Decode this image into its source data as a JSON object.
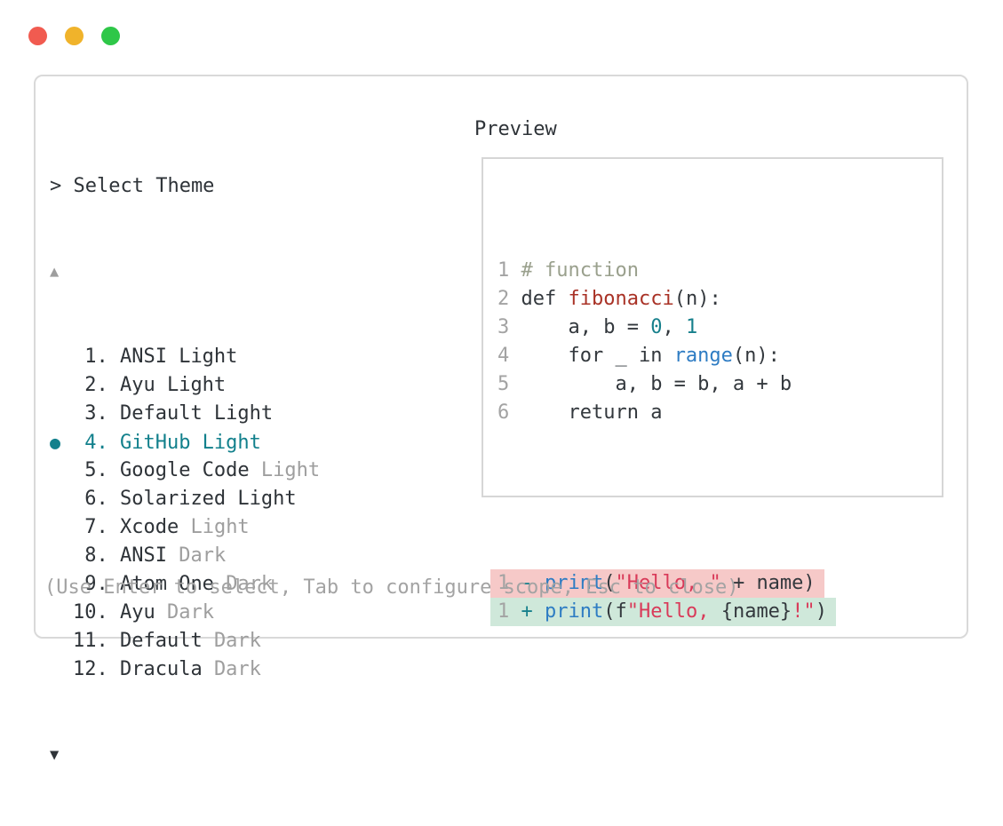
{
  "window_controls": {
    "close_icon": "red-circle",
    "minimize_icon": "yellow-circle",
    "maximize_icon": "green-circle"
  },
  "prompt": "> Select Theme",
  "theme_list": {
    "scroll_up_icon": "▲",
    "scroll_down_icon": "▼",
    "selected_bullet": "●",
    "items": [
      {
        "number": "1",
        "name": "ANSI Light",
        "dim": "",
        "selected": false
      },
      {
        "number": "2",
        "name": "Ayu Light",
        "dim": "",
        "selected": false
      },
      {
        "number": "3",
        "name": "Default Light",
        "dim": "",
        "selected": false
      },
      {
        "number": "4",
        "name": "GitHub Light",
        "dim": "",
        "selected": true
      },
      {
        "number": "5",
        "name": "Google Code ",
        "dim": "Light",
        "selected": false
      },
      {
        "number": "6",
        "name": "Solarized Light",
        "dim": "",
        "selected": false
      },
      {
        "number": "7",
        "name": "Xcode ",
        "dim": "Light",
        "selected": false
      },
      {
        "number": "8",
        "name": "ANSI ",
        "dim": "Dark",
        "selected": false
      },
      {
        "number": "9",
        "name": "Atom One ",
        "dim": "Dark",
        "selected": false
      },
      {
        "number": "10",
        "name": "Ayu ",
        "dim": "Dark",
        "selected": false
      },
      {
        "number": "11",
        "name": "Default ",
        "dim": "Dark",
        "selected": false
      },
      {
        "number": "12",
        "name": "Dracula ",
        "dim": "Dark",
        "selected": false
      }
    ]
  },
  "preview": {
    "label": "Preview",
    "code_lines": [
      {
        "tokens": [
          {
            "t": "1",
            "c": "linenum"
          },
          {
            "t": " ",
            "c": "text"
          },
          {
            "t": "# function",
            "c": "comment"
          }
        ]
      },
      {
        "tokens": [
          {
            "t": "2",
            "c": "linenum"
          },
          {
            "t": " def ",
            "c": "text"
          },
          {
            "t": "fibonacci",
            "c": "func"
          },
          {
            "t": "(n):",
            "c": "text"
          }
        ]
      },
      {
        "tokens": [
          {
            "t": "3",
            "c": "linenum"
          },
          {
            "t": "     a, b = ",
            "c": "text"
          },
          {
            "t": "0",
            "c": "num"
          },
          {
            "t": ", ",
            "c": "text"
          },
          {
            "t": "1",
            "c": "num"
          }
        ]
      },
      {
        "tokens": [
          {
            "t": "4",
            "c": "linenum"
          },
          {
            "t": "     for _ in ",
            "c": "text"
          },
          {
            "t": "range",
            "c": "call"
          },
          {
            "t": "(n):",
            "c": "text"
          }
        ]
      },
      {
        "tokens": [
          {
            "t": "5",
            "c": "linenum"
          },
          {
            "t": "         a, b = b, a + b",
            "c": "text"
          }
        ]
      },
      {
        "tokens": [
          {
            "t": "6",
            "c": "linenum"
          },
          {
            "t": "     return a",
            "c": "text"
          }
        ]
      }
    ],
    "diff_lines": [
      {
        "kind": "removed",
        "tokens": [
          {
            "t": "1",
            "c": "linenum"
          },
          {
            "t": " ",
            "c": "text"
          },
          {
            "t": "-",
            "c": "sign"
          },
          {
            "t": " ",
            "c": "text"
          },
          {
            "t": "print",
            "c": "call"
          },
          {
            "t": "(",
            "c": "text"
          },
          {
            "t": "\"Hello, \"",
            "c": "string"
          },
          {
            "t": " + name)",
            "c": "text"
          }
        ]
      },
      {
        "kind": "added",
        "tokens": [
          {
            "t": "1",
            "c": "linenum"
          },
          {
            "t": " ",
            "c": "text"
          },
          {
            "t": "+",
            "c": "sign"
          },
          {
            "t": " ",
            "c": "text"
          },
          {
            "t": "print",
            "c": "call"
          },
          {
            "t": "(f",
            "c": "text"
          },
          {
            "t": "\"Hello, ",
            "c": "string"
          },
          {
            "t": "{name}",
            "c": "text"
          },
          {
            "t": "!\"",
            "c": "string"
          },
          {
            "t": ")",
            "c": "text"
          }
        ]
      }
    ]
  },
  "help_text": "(Use Enter to select, Tab to configure scope, Esc to close)",
  "colors": {
    "dot-red": "#f15b50",
    "dot-yellow": "#f0b32b",
    "dot-green": "#2ec748",
    "accent-teal": "#12808c",
    "text-dark": "#2e3338",
    "text-dim": "#9e9e9e",
    "border": "#d9d9d9",
    "tok-text": "#33383d",
    "tok-linenum": "#a3a3a3",
    "tok-comment": "#9aa08d",
    "tok-func": "#a93226",
    "tok-call": "#2e7cc3",
    "tok-num": "#17808c",
    "tok-string": "#d93a59",
    "tok-sign": "#17808c",
    "bg-removed": "#f6c9c8",
    "bg-added": "#cfe8da"
  }
}
